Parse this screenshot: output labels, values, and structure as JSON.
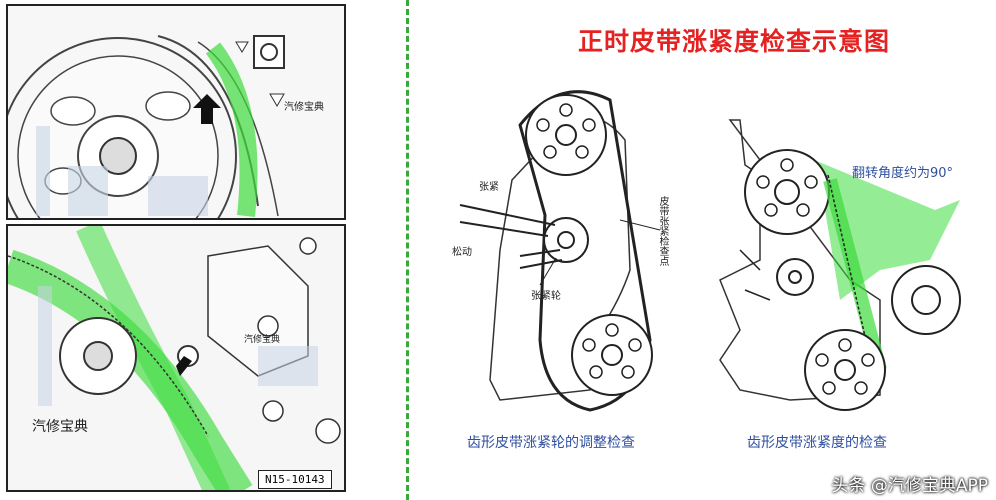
{
  "title": "正时皮带涨紧度检查示意图",
  "top_left": {
    "brand": "汽修宝典"
  },
  "bottom_left": {
    "brand_small": "汽修宝典",
    "brand_large": "汽修宝典",
    "code": "N15-10143"
  },
  "middle": {
    "label_tension": "张紧",
    "label_loosen": "松动",
    "label_tensioner": "张紧轮",
    "label_check_point": "皮带张紧检查点",
    "caption": "齿形皮带涨紧轮的调整检查"
  },
  "right": {
    "annotation": "翻转角度约为90°",
    "caption": "齿形皮带涨紧度的检查"
  },
  "watermark": "头条 @汽修宝典APP",
  "colors": {
    "title": "#e52222",
    "caption": "#2f4fa0",
    "belt_highlight": "#3ddc3d",
    "divider": "#3aa83a"
  }
}
